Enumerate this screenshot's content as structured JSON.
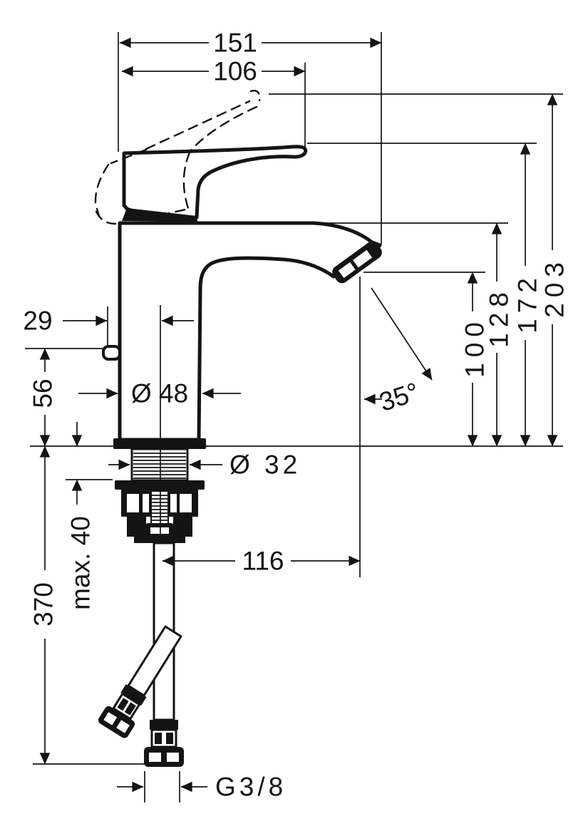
{
  "drawing": {
    "background": "#ffffff",
    "line_color": "#141414",
    "labels": {
      "width_overall": "151",
      "width_handle": "106",
      "rod_offset": "29",
      "rod_height": "56",
      "body_diameter": "Ø 48",
      "shank_diameter": "Ø 32",
      "spray_angle": "35°",
      "outlet_reach": "116",
      "deck_thickness": "max. 40",
      "hose_length": "370",
      "height_outlet": "100",
      "height_spout": "128",
      "height_handle": "172",
      "height_handle_raised": "203",
      "thread": "G3/8"
    }
  }
}
